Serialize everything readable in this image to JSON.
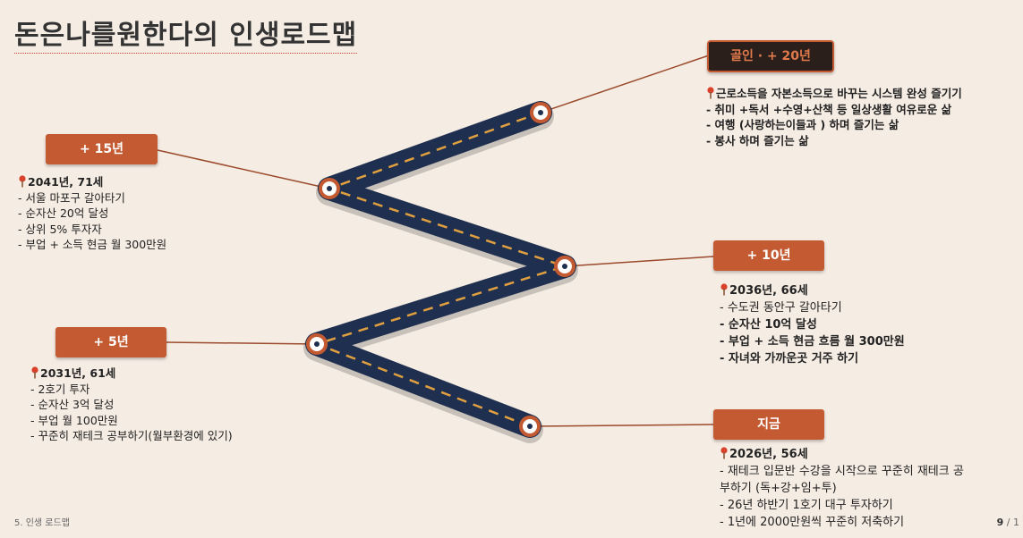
{
  "page_title": "돈은나를원한다의 인생로드맵",
  "milestones": {
    "m20": {
      "label": "골인 · + 20년",
      "items": [
        "근로소득을 자본소득으로 바꾸는 시스템 완성 즐기기",
        "- 취미 +독서 +수영+산책 등 일상생활 여유로운 삶",
        "-   여행 (사랑하는이들과 ) 하며 즐기는 삶",
        "-   봉사 하며 즐기는 삶"
      ]
    },
    "m15": {
      "label": "+ 15년",
      "head": "2041년, 71세",
      "items": [
        "-   서울 마포구 갈아타기",
        "-   순자산 20억 달성",
        "-   상위 5% 투자자",
        "-   부업 + 소득 현금 월 300만원"
      ]
    },
    "m10": {
      "label": "+ 10년",
      "head": "2036년, 66세",
      "items": [
        "-   수도권 동안구 갈아타기",
        "-   순자산 10억 달성",
        "-   부업 +   소득 현금 흐름 월 300만원",
        "-   자녀와 가까운곳 거주 하기"
      ]
    },
    "m5": {
      "label": "+ 5년",
      "head": "2031년, 61세",
      "items": [
        "- 2호기 투자",
        "- 순자산 3억 달성",
        "- 부업 월 100만원",
        "- 꾸준히 재테크 공부하기(월부환경에 있기)"
      ]
    },
    "now": {
      "label": "지금",
      "head": "2026년, 56세",
      "items": [
        "-   재테크 입문반 수강을 시작으로 꾸준히 재테크 공",
        "     부하기 (독+강+임+투)",
        "- 26년 하반기 1호기 대구 투자하기",
        "- 1년에 2000만원씩 꾸준히 저축하기"
      ]
    }
  },
  "footer": {
    "section": "5. 인생 로드맵",
    "page_current": "9",
    "page_sep": " / 1"
  },
  "colors": {
    "background": "#f5ece3",
    "accent": "#c45a31",
    "road": "#1f2f4f",
    "road_dash": "#e0a040",
    "connector": "#9b4a2c"
  },
  "icons": {
    "pin": "map-pin-icon"
  }
}
